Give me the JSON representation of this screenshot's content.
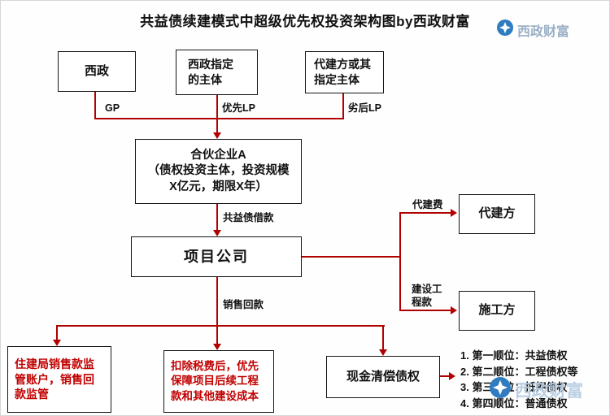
{
  "title": "共益债续建模式中超级优先权投资架构图by西政财富",
  "colors": {
    "connector": "#b00000",
    "red_text": "#c00000",
    "logo_blue": "#2f7cc0"
  },
  "nodes": {
    "xizheng": {
      "label": "西政"
    },
    "designated": {
      "label": "西政指定\n的主体"
    },
    "builder_entity": {
      "label": "代建方或其\n指定主体"
    },
    "partnership": {
      "label": "合伙企业A\n（债权投资主体，投资规模\nX亿元，期限X年）"
    },
    "project_company": {
      "label": "项目公司"
    },
    "agent": {
      "label": "代建方"
    },
    "contractor": {
      "label": "施工方"
    },
    "regulator_account": {
      "label": "住建局销售款监\n管账户，销售回\n款监管"
    },
    "tax_priority": {
      "label": "扣除税费后，优先\n保障项目后续工程\n款和其他建设成本"
    },
    "cash_repayment": {
      "label": "现金清偿债权"
    }
  },
  "edge_labels": {
    "gp": "GP",
    "senior_lp": "优先LP",
    "junior_lp": "劣后LP",
    "loan": "共益债借款",
    "agent_fee": "代建费",
    "construction_fee": "建设工\n程款",
    "sales": "销售回款"
  },
  "priority_list": [
    "1. 第一顺位：共益债权",
    "2. 第二顺位：工程债权等",
    "3. 第三顺位：抵押债权",
    "4. 第四顺位：普通债权"
  ],
  "watermark": {
    "text": "西政财富"
  }
}
